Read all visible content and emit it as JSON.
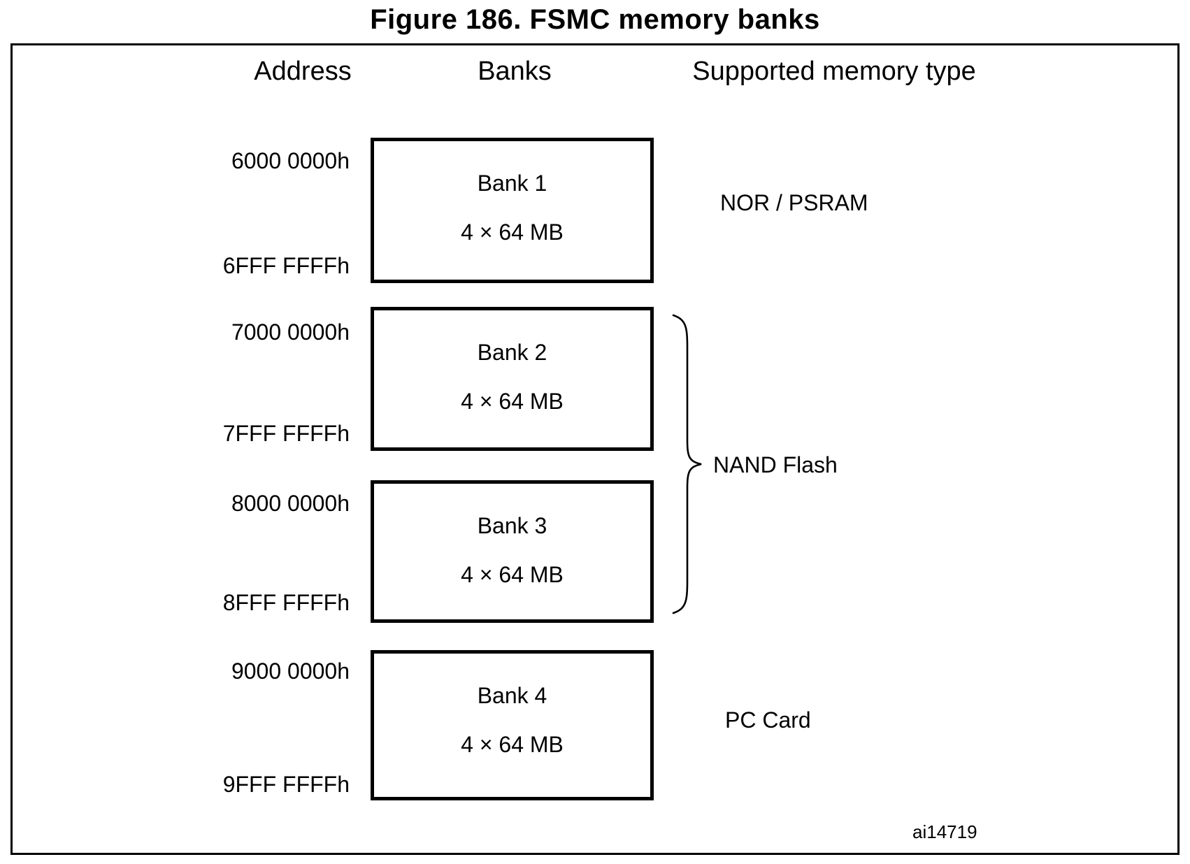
{
  "title": "Figure 186. FSMC memory banks",
  "columns": {
    "address": "Address",
    "banks": "Banks",
    "memory_type": "Supported memory type"
  },
  "banks": [
    {
      "label": "Bank 1",
      "size": "4 × 64 MB",
      "start": "6000 0000h",
      "end": "6FFF FFFFh",
      "memory": "NOR / PSRAM"
    },
    {
      "label": "Bank 2",
      "size": "4 × 64 MB",
      "start": "7000 0000h",
      "end": "7FFF FFFFh",
      "memory": "NAND Flash"
    },
    {
      "label": "Bank 3",
      "size": "4 × 64 MB",
      "start": "8000 0000h",
      "end": "8FFF FFFFh",
      "memory": "NAND Flash"
    },
    {
      "label": "Bank 4",
      "size": "4 × 64 MB",
      "start": "9000 0000h",
      "end": "9FFF FFFFh",
      "memory": "PC Card"
    }
  ],
  "memory_labels": {
    "nor_psram": "NOR / PSRAM",
    "nand_flash": "NAND Flash",
    "pc_card": "PC Card"
  },
  "figure_id": "ai14719",
  "colors": {
    "ink": "#000000",
    "background": "#ffffff"
  }
}
